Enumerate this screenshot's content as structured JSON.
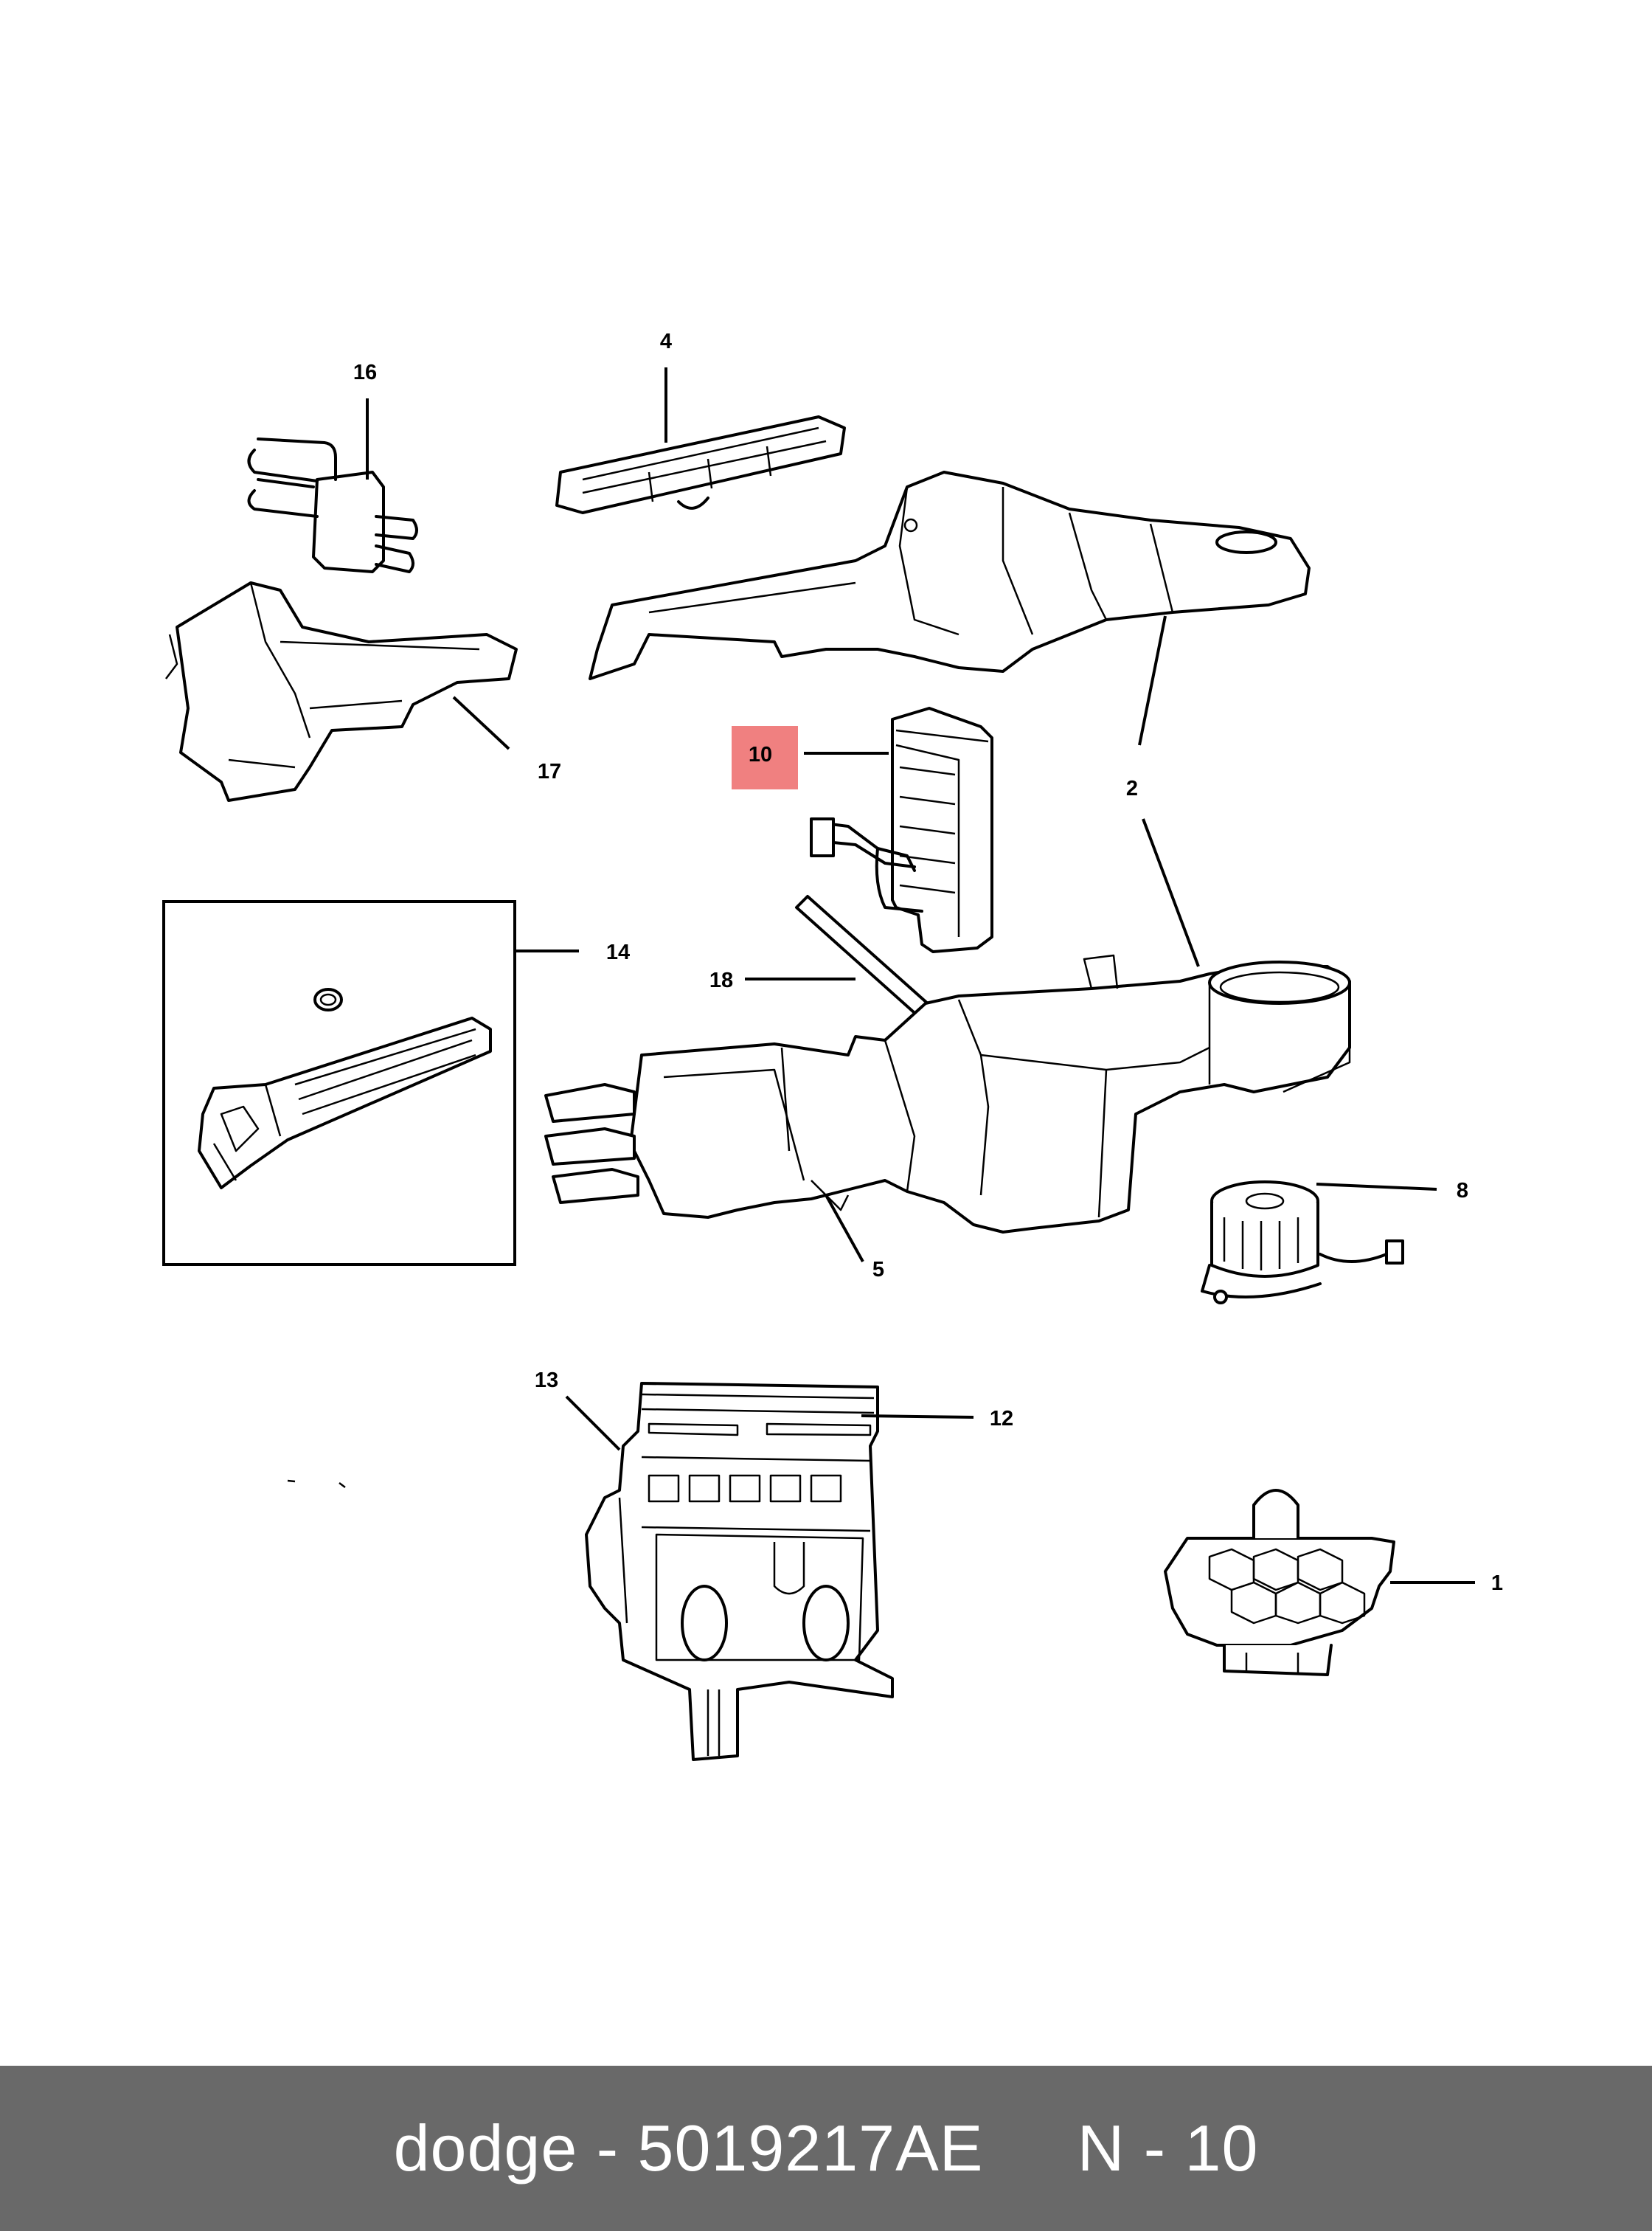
{
  "diagram": {
    "callouts": {
      "c1": "1",
      "c2": "2",
      "c4": "4",
      "c5": "5",
      "c8": "8",
      "c10": "10",
      "c12": "12",
      "c13": "13",
      "c14": "14",
      "c16": "16",
      "c17": "17",
      "c18": "18"
    },
    "highlight_color": "#f08080"
  },
  "footer": {
    "text": "dodge - 5019217AE     N - 10",
    "background_color": "#696969",
    "text_color": "#ffffff"
  }
}
